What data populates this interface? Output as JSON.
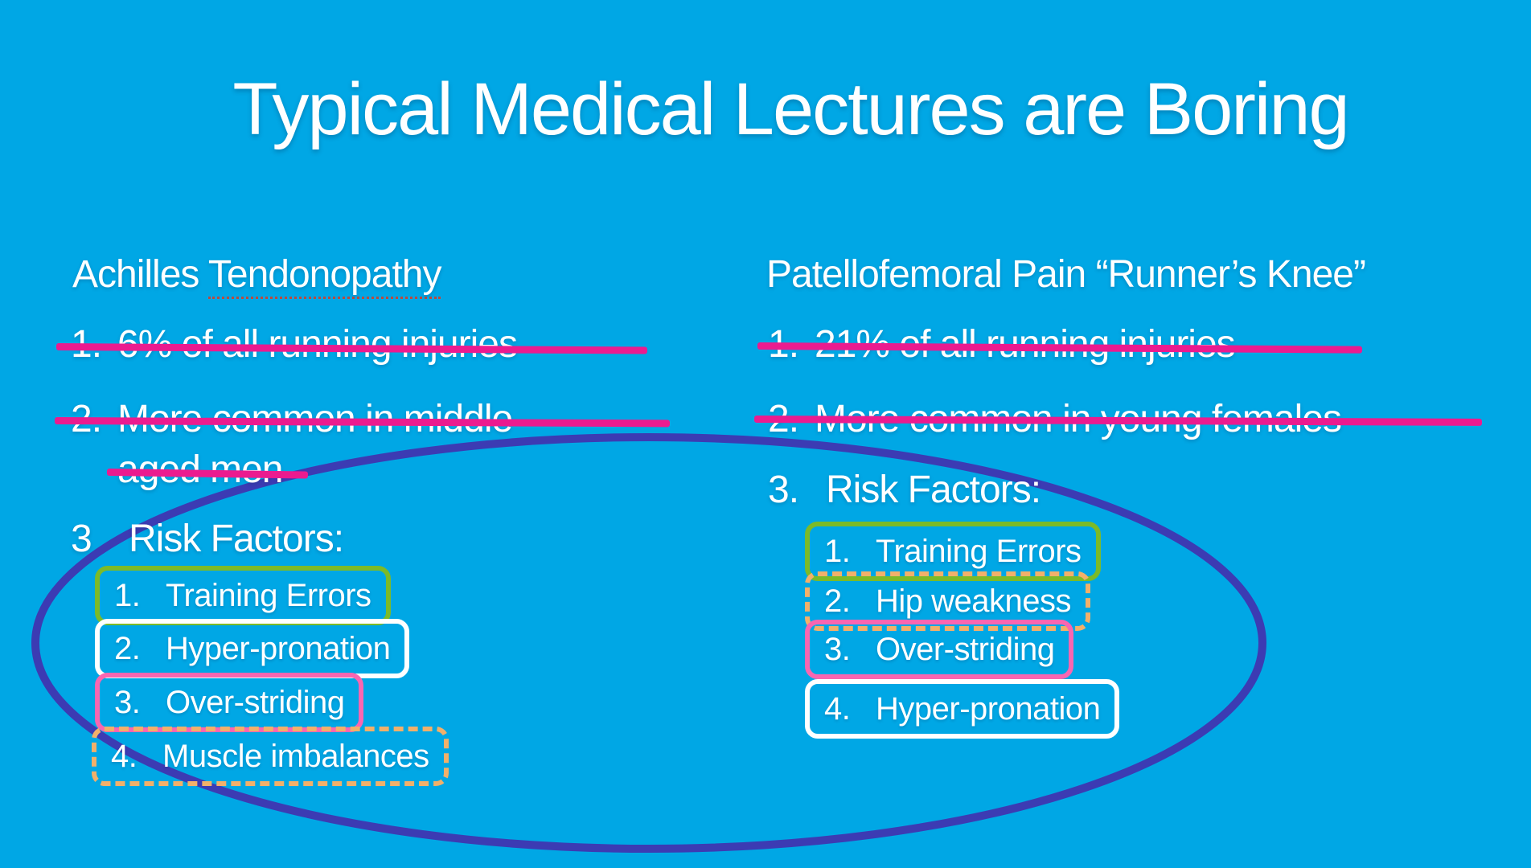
{
  "slide": {
    "title": "Typical Medical Lectures are Boring",
    "background_color": "#00A7E5",
    "colors": {
      "strikethrough": "#EB1B8F",
      "ellipse": "#3C3BB3",
      "box_green": "#7CBA28",
      "box_pink": "#F966B1",
      "box_orange": "#F2B06A",
      "box_white": "#FFFFFF",
      "text": "#FFFFFF"
    },
    "left": {
      "heading_prefix": "Achilles ",
      "heading_word": "Tendonopathy",
      "item1_num": "1.",
      "item1_text": "6% of all running injuries",
      "item2_num": "2.",
      "item2_line1": "More common in middle",
      "item2_line2": "aged men",
      "item3_num": "3",
      "item3_text": "Risk Factors:",
      "risk_factors": [
        {
          "num": "1.",
          "label": "Training Errors"
        },
        {
          "num": "2.",
          "label": "Hyper-pronation"
        },
        {
          "num": "3.",
          "label": "Over-striding"
        },
        {
          "num": "4.",
          "label": "Muscle imbalances"
        }
      ]
    },
    "right": {
      "heading": "Patellofemoral Pain “Runner’s Knee”",
      "item1_num": "1.",
      "item1_text": "21% of all running injuries",
      "item2_num": "2.",
      "item2_text": "More common in young females",
      "item3_num": "3.",
      "item3_text": "Risk Factors:",
      "risk_factors": [
        {
          "num": "1.",
          "label": "Training Errors"
        },
        {
          "num": "2.",
          "label": "Hip weakness"
        },
        {
          "num": "3.",
          "label": "Over-striding"
        },
        {
          "num": "4.",
          "label": "Hyper-pronation"
        }
      ]
    }
  }
}
